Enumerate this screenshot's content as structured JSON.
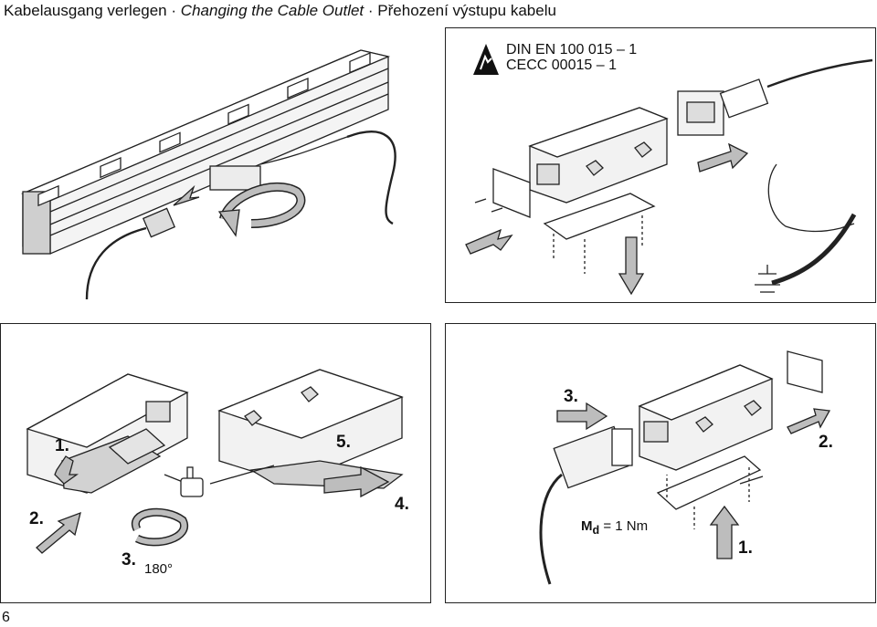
{
  "header": {
    "title_de": "Kabelausgang verlegen",
    "sep1": "·",
    "title_en": "Changing the Cable Outlet",
    "sep2": "·",
    "title_cz": "Přehození výstupu kabelu"
  },
  "esd_block": {
    "icon": "esd-warning-icon",
    "line1": "DIN EN 100 015 – 1",
    "line2": "CECC 00015 – 1"
  },
  "panel_left": {
    "labels": {
      "step1": "1.",
      "step2": "2.",
      "step3": "3.",
      "step4": "4.",
      "step5": "5."
    },
    "angle": "180°",
    "icons": [
      "hand-pointer-icon",
      "rotate-icon"
    ]
  },
  "panel_right": {
    "labels": {
      "step1": "1.",
      "step2": "2.",
      "step3": "3."
    },
    "torque_symbol": "M",
    "torque_sub": "d",
    "torque_value": "= 1 Nm"
  },
  "footer": {
    "page_number": "6"
  },
  "colors": {
    "line": "#1a1a1a",
    "arrow_fill": "#bdbdbd",
    "shade": "#d9d9d9"
  }
}
